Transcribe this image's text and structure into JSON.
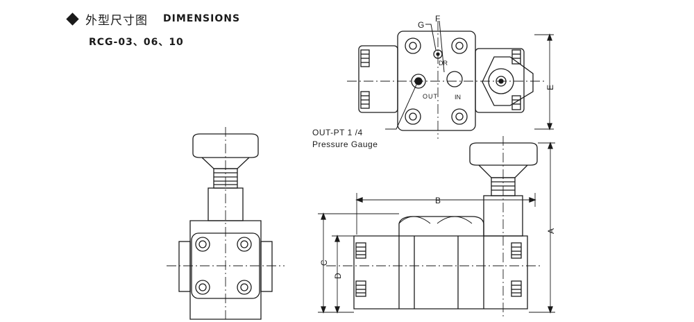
{
  "header": {
    "title_cn": "外型尺寸图",
    "title_en": "DIMENSIONS",
    "model": "RCG-03、06、10"
  },
  "labels": {
    "g": "G",
    "f": "F",
    "dr": "DR",
    "out": "OUT",
    "in": "IN",
    "e": "E",
    "a": "A",
    "b": "B",
    "c": "C",
    "d": "D",
    "gauge_port": "OUT-PT 1 /4",
    "gauge_desc": "Pressure Gauge"
  }
}
